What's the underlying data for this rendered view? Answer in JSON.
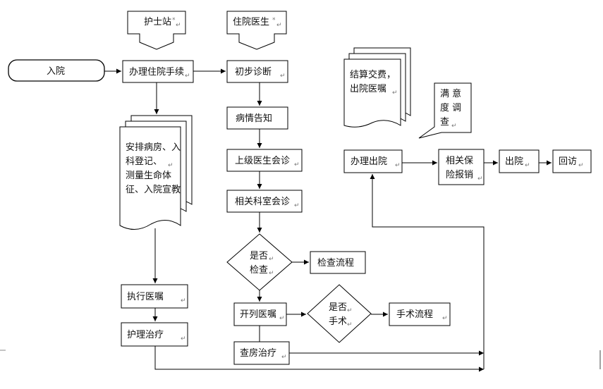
{
  "nodes": {
    "nurse_station": "护士站",
    "resident_doctor": "住院医生",
    "admission": "入院",
    "admission_procedure": "办理住院手续",
    "arrange_ward": [
      "安排病房、入",
      "科登记、",
      "测量生命体",
      "征、入院宣教"
    ],
    "preliminary_diagnosis": "初步诊断",
    "condition_notice": "病情告知",
    "senior_consultation": "上级医生会诊",
    "department_consultation": "相关科室会诊",
    "check_decision": [
      "是否",
      "检查"
    ],
    "check_process": "检查流程",
    "issue_orders": "开列医嘱",
    "surgery_decision": [
      "是否",
      "手术"
    ],
    "surgery_process": "手术流程",
    "execute_orders": "执行医嘱",
    "nursing_treatment": "护理治疗",
    "ward_round_treatment": "查房治疗",
    "settlement": [
      "结算交费，",
      "出院医嘱"
    ],
    "discharge_procedure": "办理出院",
    "insurance_reimbursement": [
      "相关保",
      "险报销"
    ],
    "discharge": "出院",
    "follow_up": "回访",
    "satisfaction_survey": [
      "满 意",
      "度 调",
      "查"
    ]
  },
  "marks": {
    "asterisk": "*",
    "return_mark": "↵"
  }
}
